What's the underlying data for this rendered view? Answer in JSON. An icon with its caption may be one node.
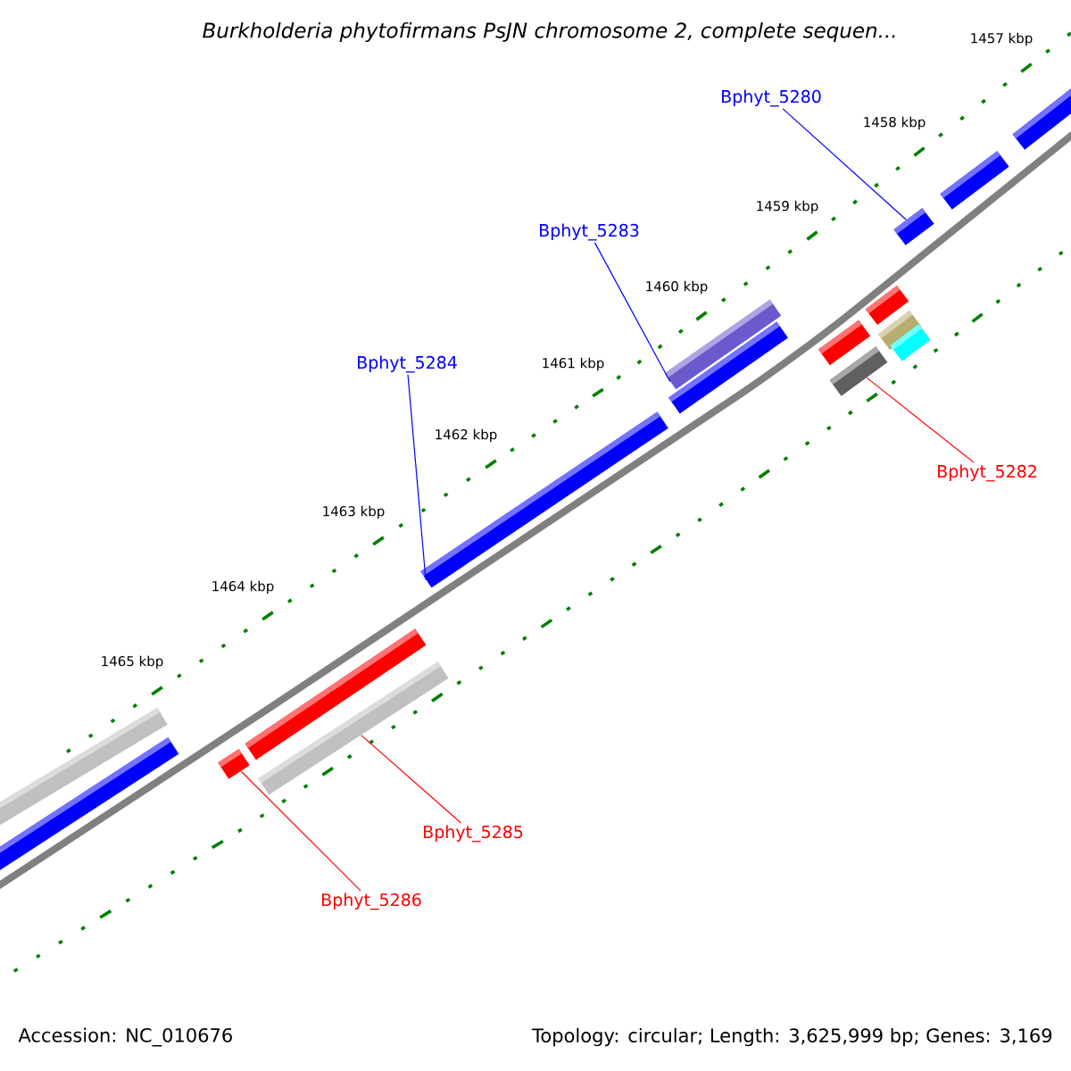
{
  "diagram": {
    "title": "Burkholderia phytofirmans PsJN chromosome 2, complete sequen...",
    "nodes": [
      {
        "text": [
          "Bphyt_5280"
        ]
      },
      {
        "text": [
          "Bphyt_5283"
        ]
      },
      {
        "text": [
          "Bphyt_5284"
        ]
      },
      {
        "text": [
          "Bphyt_5282"
        ]
      },
      {
        "text": [
          "Bphyt_5285"
        ]
      },
      {
        "text": [
          "Bphyt_5286"
        ]
      },
      {
        "text": [],
        "shape": "bar"
      },
      {
        "text": [],
        "shape": "bar"
      },
      {
        "text": [],
        "shape": "bar"
      },
      {
        "text": [],
        "shape": "bar"
      },
      {
        "text": [],
        "shape": "bar"
      },
      {
        "text": [],
        "shape": "bar"
      },
      {
        "text": [],
        "shape": "bar"
      },
      {
        "text": [],
        "shape": "bar"
      },
      {
        "text": [],
        "shape": "bar"
      },
      {
        "text": [],
        "shape": "bar"
      },
      {
        "text": [],
        "shape": "bar"
      },
      {
        "text": [],
        "shape": "bar"
      },
      {
        "text": [],
        "shape": "bar"
      },
      {
        "text": [],
        "shape": "bar"
      },
      {
        "text": [],
        "shape": "bar"
      },
      {
        "text": [],
        "shape": "bar"
      }
    ],
    "edges": [
      {
        "from": 0,
        "to": 6,
        "arrow": "none"
      },
      {
        "from": 1,
        "to": 7,
        "arrow": "none"
      },
      {
        "from": 2,
        "to": 8,
        "arrow": "none"
      },
      {
        "from": 3,
        "to": 9,
        "arrow": "none",
        "color": "#ff0000"
      },
      {
        "from": 4,
        "to": 10,
        "arrow": "none",
        "color": "#ff0000"
      },
      {
        "from": 5,
        "to": 11,
        "arrow": "none",
        "color": "#ff0000"
      }
    ],
    "labels": [
      "1457 kbp",
      "1458 kbp",
      "1459 kbp",
      "1460 kbp",
      "1461 kbp",
      "1462 kbp",
      "1463 kbp",
      "1464 kbp",
      "1465 kbp",
      "Accession: NC_010676",
      "Topology: circular; Length: 3,625,999 bp; Genes: 3,169"
    ]
  }
}
